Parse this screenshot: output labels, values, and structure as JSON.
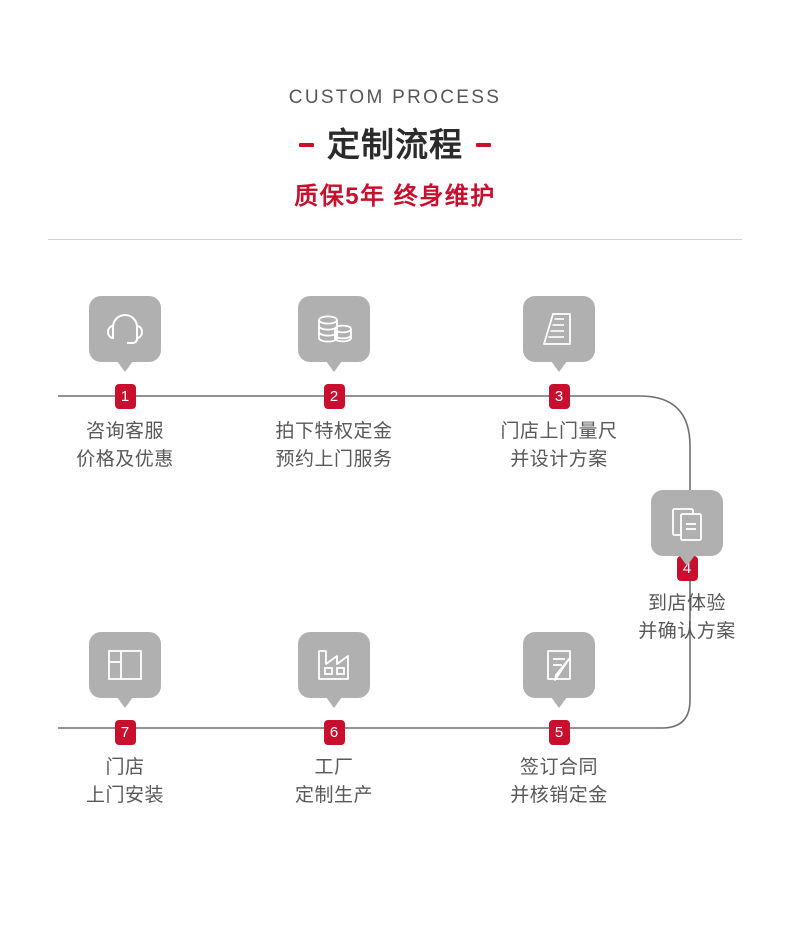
{
  "header": {
    "eyebrow": "CUSTOM PROCESS",
    "title": "定制流程",
    "subtitle": "质保5年  终身维护",
    "accent_color": "#c8102e",
    "title_color": "#2b2b2b",
    "divider_color": "#d2d2d2"
  },
  "flow": {
    "line_color": "#6f6f6f",
    "icon_color": "#b0b0b0",
    "badge_color": "#c8102e",
    "label_color": "#58585a",
    "steps": [
      {
        "number": "1",
        "icon": "headset-icon",
        "label": "咨询客服\n价格及优惠"
      },
      {
        "number": "2",
        "icon": "coins-icon",
        "label": "拍下特权定金\n预约上门服务"
      },
      {
        "number": "3",
        "icon": "ruler-icon",
        "label": "门店上门量尺\n并设计方案"
      },
      {
        "number": "4",
        "icon": "documents-icon",
        "label": "到店体验\n并确认方案"
      },
      {
        "number": "5",
        "icon": "contract-icon",
        "label": "签订合同\n并核销定金"
      },
      {
        "number": "6",
        "icon": "factory-icon",
        "label": "工厂\n定制生产"
      },
      {
        "number": "7",
        "icon": "window-icon",
        "label": "门店\n上门安装"
      }
    ]
  }
}
